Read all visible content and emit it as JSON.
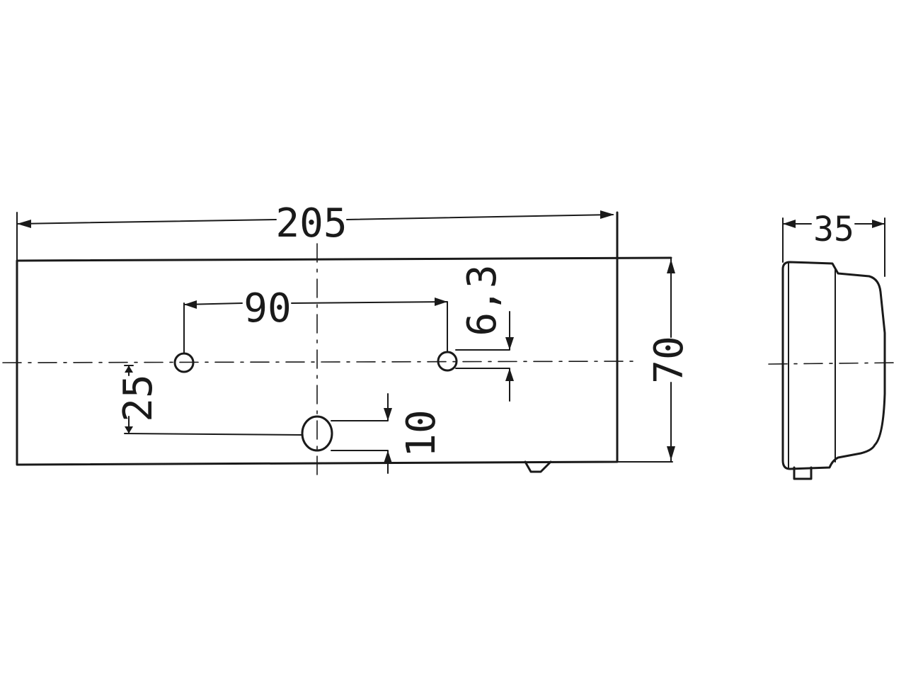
{
  "dimensions": {
    "total_length": "205",
    "hole_spacing": "90",
    "hole_diameter": "6,3",
    "height": "70",
    "offset_25": "25",
    "offset_10": "10",
    "depth": "35"
  }
}
